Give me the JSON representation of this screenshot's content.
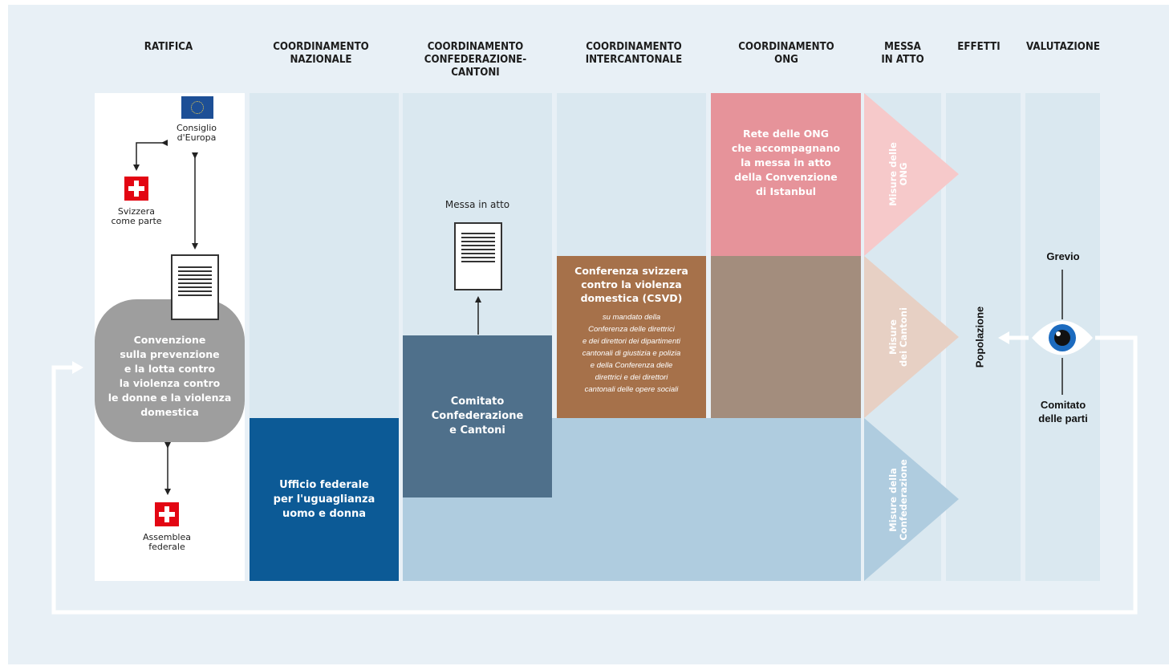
{
  "headers": {
    "ratifica": "RATIFICA",
    "coord_nazionale": "COORDINAMENTO\nNAZIONALE",
    "coord_confederazione": "COORDINAMENTO\nCONFEDERAZIONE-\nCANTONI",
    "coord_intercantonale": "COORDINAMENTO\nINTERCANTONALE",
    "coord_ong": "COORDINAMENTO\nONG",
    "messa_in_atto": "MESSA\nIN ATTO",
    "effetti": "EFFETTI",
    "valutazione": "VALUTAZIONE"
  },
  "ratifica": {
    "consiglio_europa": "Consiglio\nd'Europa",
    "svizzera_parte": "Svizzera\ncome parte",
    "convenzione": "Convenzione\nsulla prevenzione\ne la lotta contro\nla violenza contro\nle donne e la violenza\ndomestica",
    "assemblea_federale": "Assemblea\nfederale"
  },
  "nazionale": {
    "ufficio": "Ufficio federale\nper l'uguaglianza\nuomo e donna"
  },
  "confederazione": {
    "messa_label": "Messa in atto",
    "comitato": "Comitato\nConfederazione\ne Cantoni"
  },
  "intercantonale": {
    "csvd_title": "Conferenza svizzera\ncontro la violenza\ndomestica (CSVD)",
    "csvd_subtitle": "su mandato della\nConferenza delle direttrici\ne dei direttori dei dipartimenti\ncantonali di giustizia e polizia\ne della Conferenza delle\ndirettrici e dei direttori\ncantonali delle opere sociali"
  },
  "ong": {
    "rete": "Rete delle ONG\nche accompagnano\nla messa in atto\ndella Convenzione\ndi Istanbul"
  },
  "messa": {
    "misure_ong": "Misure delle\nONG",
    "misure_cantoni": "Misure\ndei Cantoni",
    "misure_confederazione": "Misure della\nConfederazione"
  },
  "effetti": {
    "popolazione": "Popolazione"
  },
  "valutazione": {
    "grevio": "Grevio",
    "comitato_parti": "Comitato\ndelle parti"
  },
  "colors": {
    "background": "#e8f0f6",
    "column_light": "#dae8f0",
    "band_blue": "#afccdf",
    "dark_blue": "#0c5a96",
    "slate_blue": "#4f708b",
    "brown": "#a6714a",
    "taupe": "#a38d7d",
    "pink": "#e6939a",
    "grey_pill": "#9e9e9e",
    "swiss_red": "#e30613",
    "eu_blue": "#1d4f96"
  }
}
